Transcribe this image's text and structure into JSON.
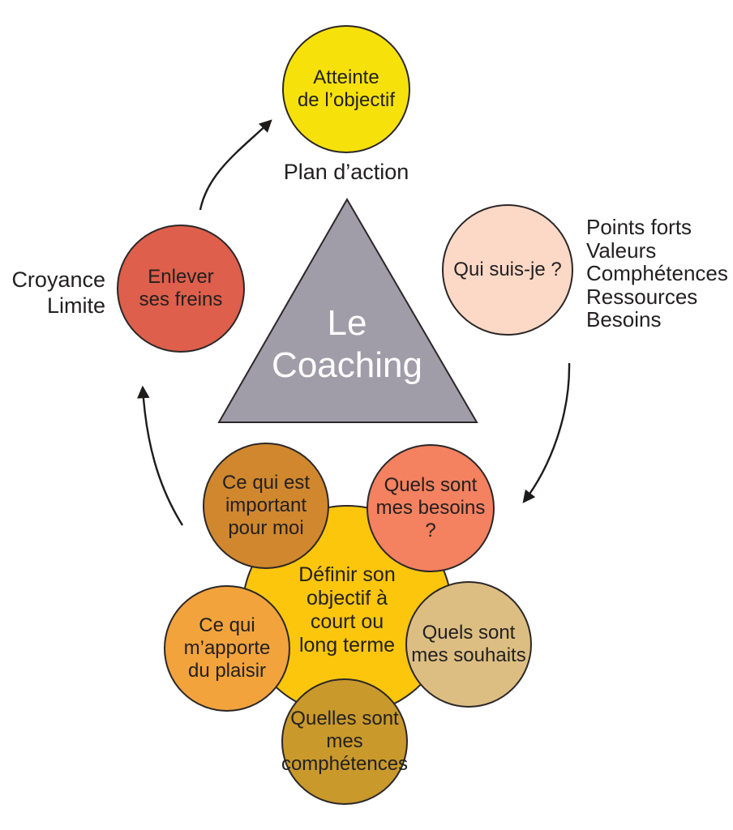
{
  "colors": {
    "triangle": "#A09DA9",
    "triangle_text": "#FFFFFF",
    "outline": "#2B2728",
    "arrow": "#1E1B1B",
    "goal": "#F6E20A",
    "freins": "#DE5F4B",
    "qui_suis_je": "#FCD9C6",
    "objectif": "#FCC60D",
    "important": "#D0872E",
    "besoins": "#F4815F",
    "souhaits": "#DDBE82",
    "comphetences": "#C9992B",
    "plaisir": "#F2A33C"
  },
  "triangle": {
    "title": "Le\nCoaching"
  },
  "nodes": {
    "goal": {
      "label": "Atteinte\nde l’objectif"
    },
    "freins": {
      "label": "Enlever\nses freins"
    },
    "qui_suis_je": {
      "label": "Qui suis-je ?"
    },
    "objectif": {
      "label": "Définir son\nobjectif à\ncourt ou\nlong terme"
    },
    "important": {
      "label": "Ce qui est\nimportant\npour moi"
    },
    "besoins": {
      "label": "Quels sont\nmes besoins ?"
    },
    "souhaits": {
      "label": "Quels sont\nmes souhaits"
    },
    "comphetences": {
      "label": "Quelles sont\nmes\ncomphétences"
    },
    "plaisir": {
      "label": "Ce qui\nm’apporte\ndu plaisir"
    }
  },
  "labels": {
    "plan": "Plan d’action",
    "croyance": "Croyance\nLimite",
    "identite": "Points forts\nValeurs\nComphétences\nRessources\nBesoins"
  }
}
